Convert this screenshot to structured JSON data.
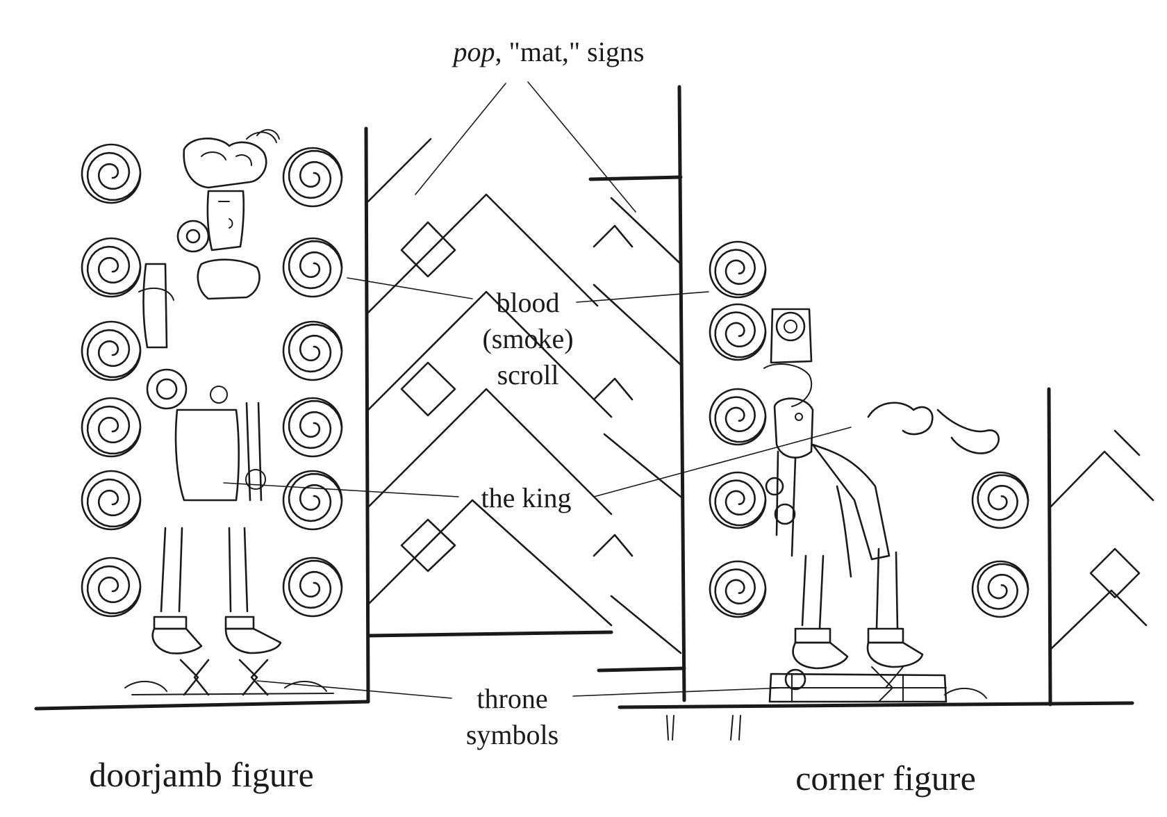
{
  "labels": {
    "pop_sign": {
      "prefix_italic": "pop",
      "rest": ", \"mat,\" signs"
    },
    "blood_scroll": [
      "blood",
      "(smoke)",
      "scroll"
    ],
    "the_king": "the king",
    "throne_symbols": [
      "throne",
      "symbols"
    ]
  },
  "captions": {
    "doorjamb": "doorjamb figure",
    "corner": "corner figure"
  },
  "colors": {
    "ink": "#1a1a1a",
    "paper": "#ffffff"
  }
}
